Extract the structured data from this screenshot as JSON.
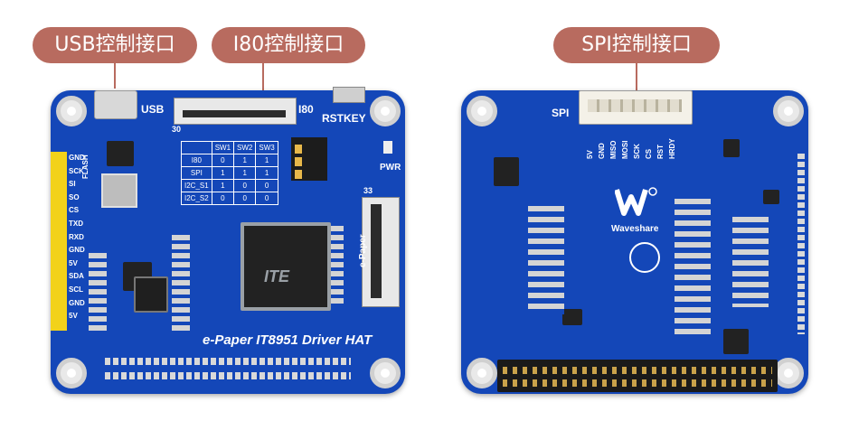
{
  "callouts": {
    "usb": "USB控制接口",
    "i80": "I80控制接口",
    "spi": "SPI控制接口"
  },
  "front_board": {
    "usb_label": "USB",
    "i80_label": "I80",
    "rstkey_label": "RSTKEY",
    "pwr_label": "PWR",
    "epaper_label": "e-Paper",
    "pin30": "30",
    "pin33": "33",
    "flash_label": "FLASH",
    "ite_logo": "ITE",
    "board_title": "e-Paper IT8951 Driver HAT",
    "left_pins": [
      "GND",
      "SCK",
      "SI",
      "SO",
      "CS",
      "TXD",
      "RXD",
      "GND",
      "5V",
      "SDA",
      "SCL",
      "GND",
      "5V"
    ],
    "switch_table": {
      "headers": [
        "",
        "SW1",
        "SW2",
        "SW3"
      ],
      "rows": [
        [
          "I80",
          "0",
          "1",
          "1"
        ],
        [
          "SPI",
          "1",
          "1",
          "1"
        ],
        [
          "I2C_S1",
          "1",
          "0",
          "0"
        ],
        [
          "I2C_S2",
          "0",
          "0",
          "0"
        ]
      ]
    }
  },
  "back_board": {
    "spi_label": "SPI",
    "spi_pins": [
      "5V",
      "GND",
      "MISO",
      "MOSI",
      "SCK",
      "CS",
      "RST",
      "HRDY"
    ],
    "brand": "Waveshare"
  },
  "colors": {
    "callout": "#b86b5f",
    "pcb": "#1447b8",
    "silkscreen": "#ffffff"
  }
}
